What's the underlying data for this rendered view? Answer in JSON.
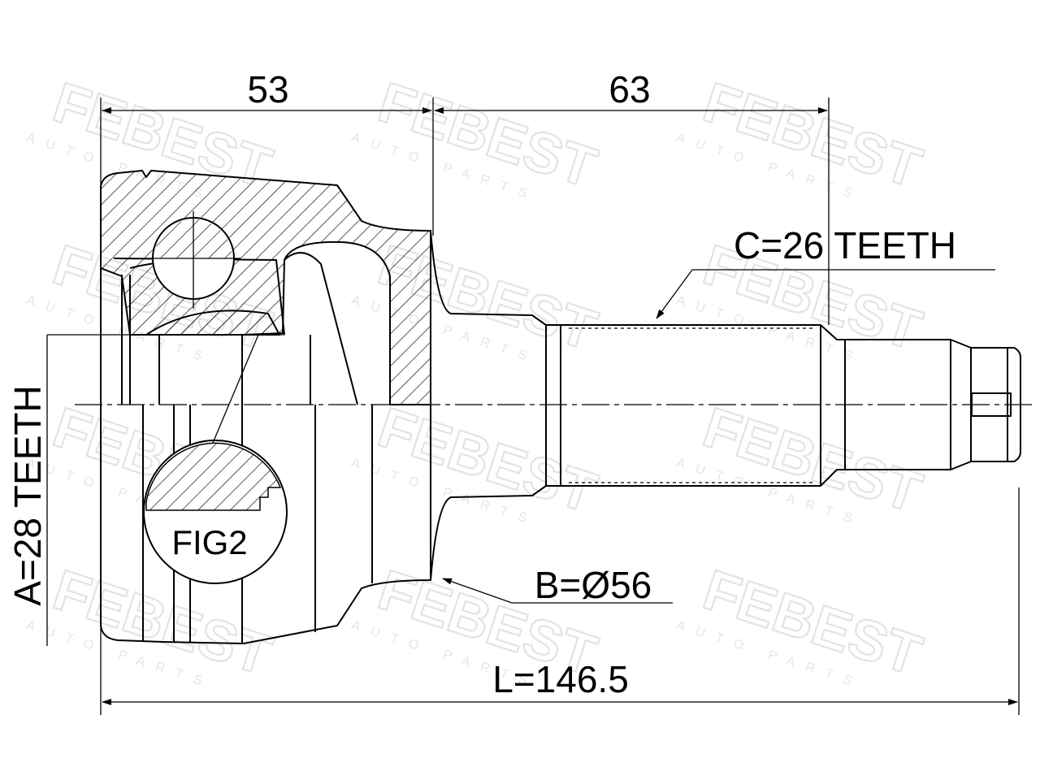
{
  "dimensions": {
    "housing_length": "53",
    "shaft_length": "63",
    "outer_spline": "C=26 TEETH",
    "inner_spline": "A=28 TEETH",
    "outer_diameter": "B=Ø56",
    "total_length": "L=146.5"
  },
  "detail_label": "FIG2",
  "watermark": {
    "brand": "FEBEST",
    "tagline": "AUTO PARTS"
  }
}
